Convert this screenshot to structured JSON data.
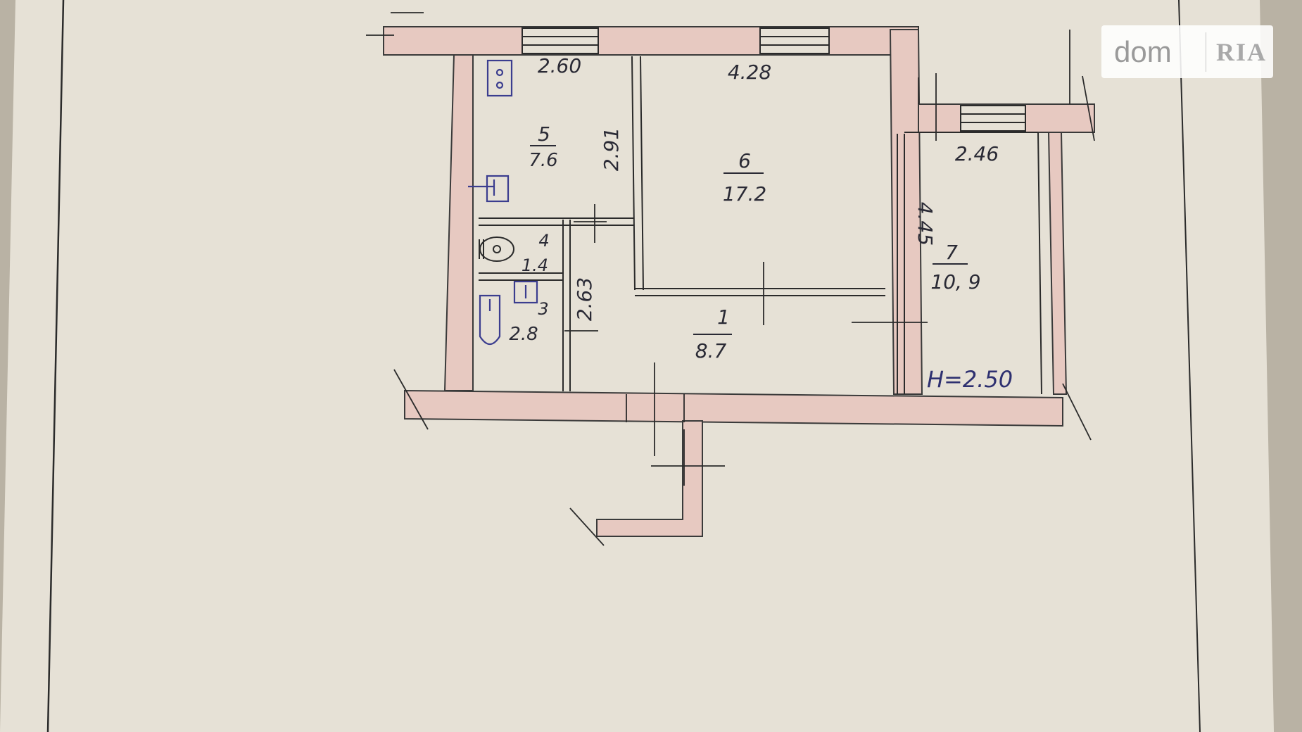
{
  "rooms": [
    {
      "number": "1",
      "area": "8.7"
    },
    {
      "number": "3",
      "area": "2.8"
    },
    {
      "number": "4",
      "area": "1.4"
    },
    {
      "number": "5",
      "area": "7.6"
    },
    {
      "number": "6",
      "area": "17.2"
    },
    {
      "number": "7",
      "area": "10, 9"
    }
  ],
  "dimensions": {
    "kitchen_width": "2.60",
    "kitchen_depth": "2.91",
    "living_width": "4.28",
    "bedroom_width": "2.46",
    "bedroom_depth": "4.45",
    "corridor_depth": "2.63"
  },
  "ceiling_height": "H=2.50",
  "watermark": {
    "left": "dom",
    "right": "RIA"
  },
  "colors": {
    "paper": "#e6e1d6",
    "wall": "#e7c9c1",
    "ink": "#2a2a35",
    "fixture": "#3b3d8f"
  }
}
